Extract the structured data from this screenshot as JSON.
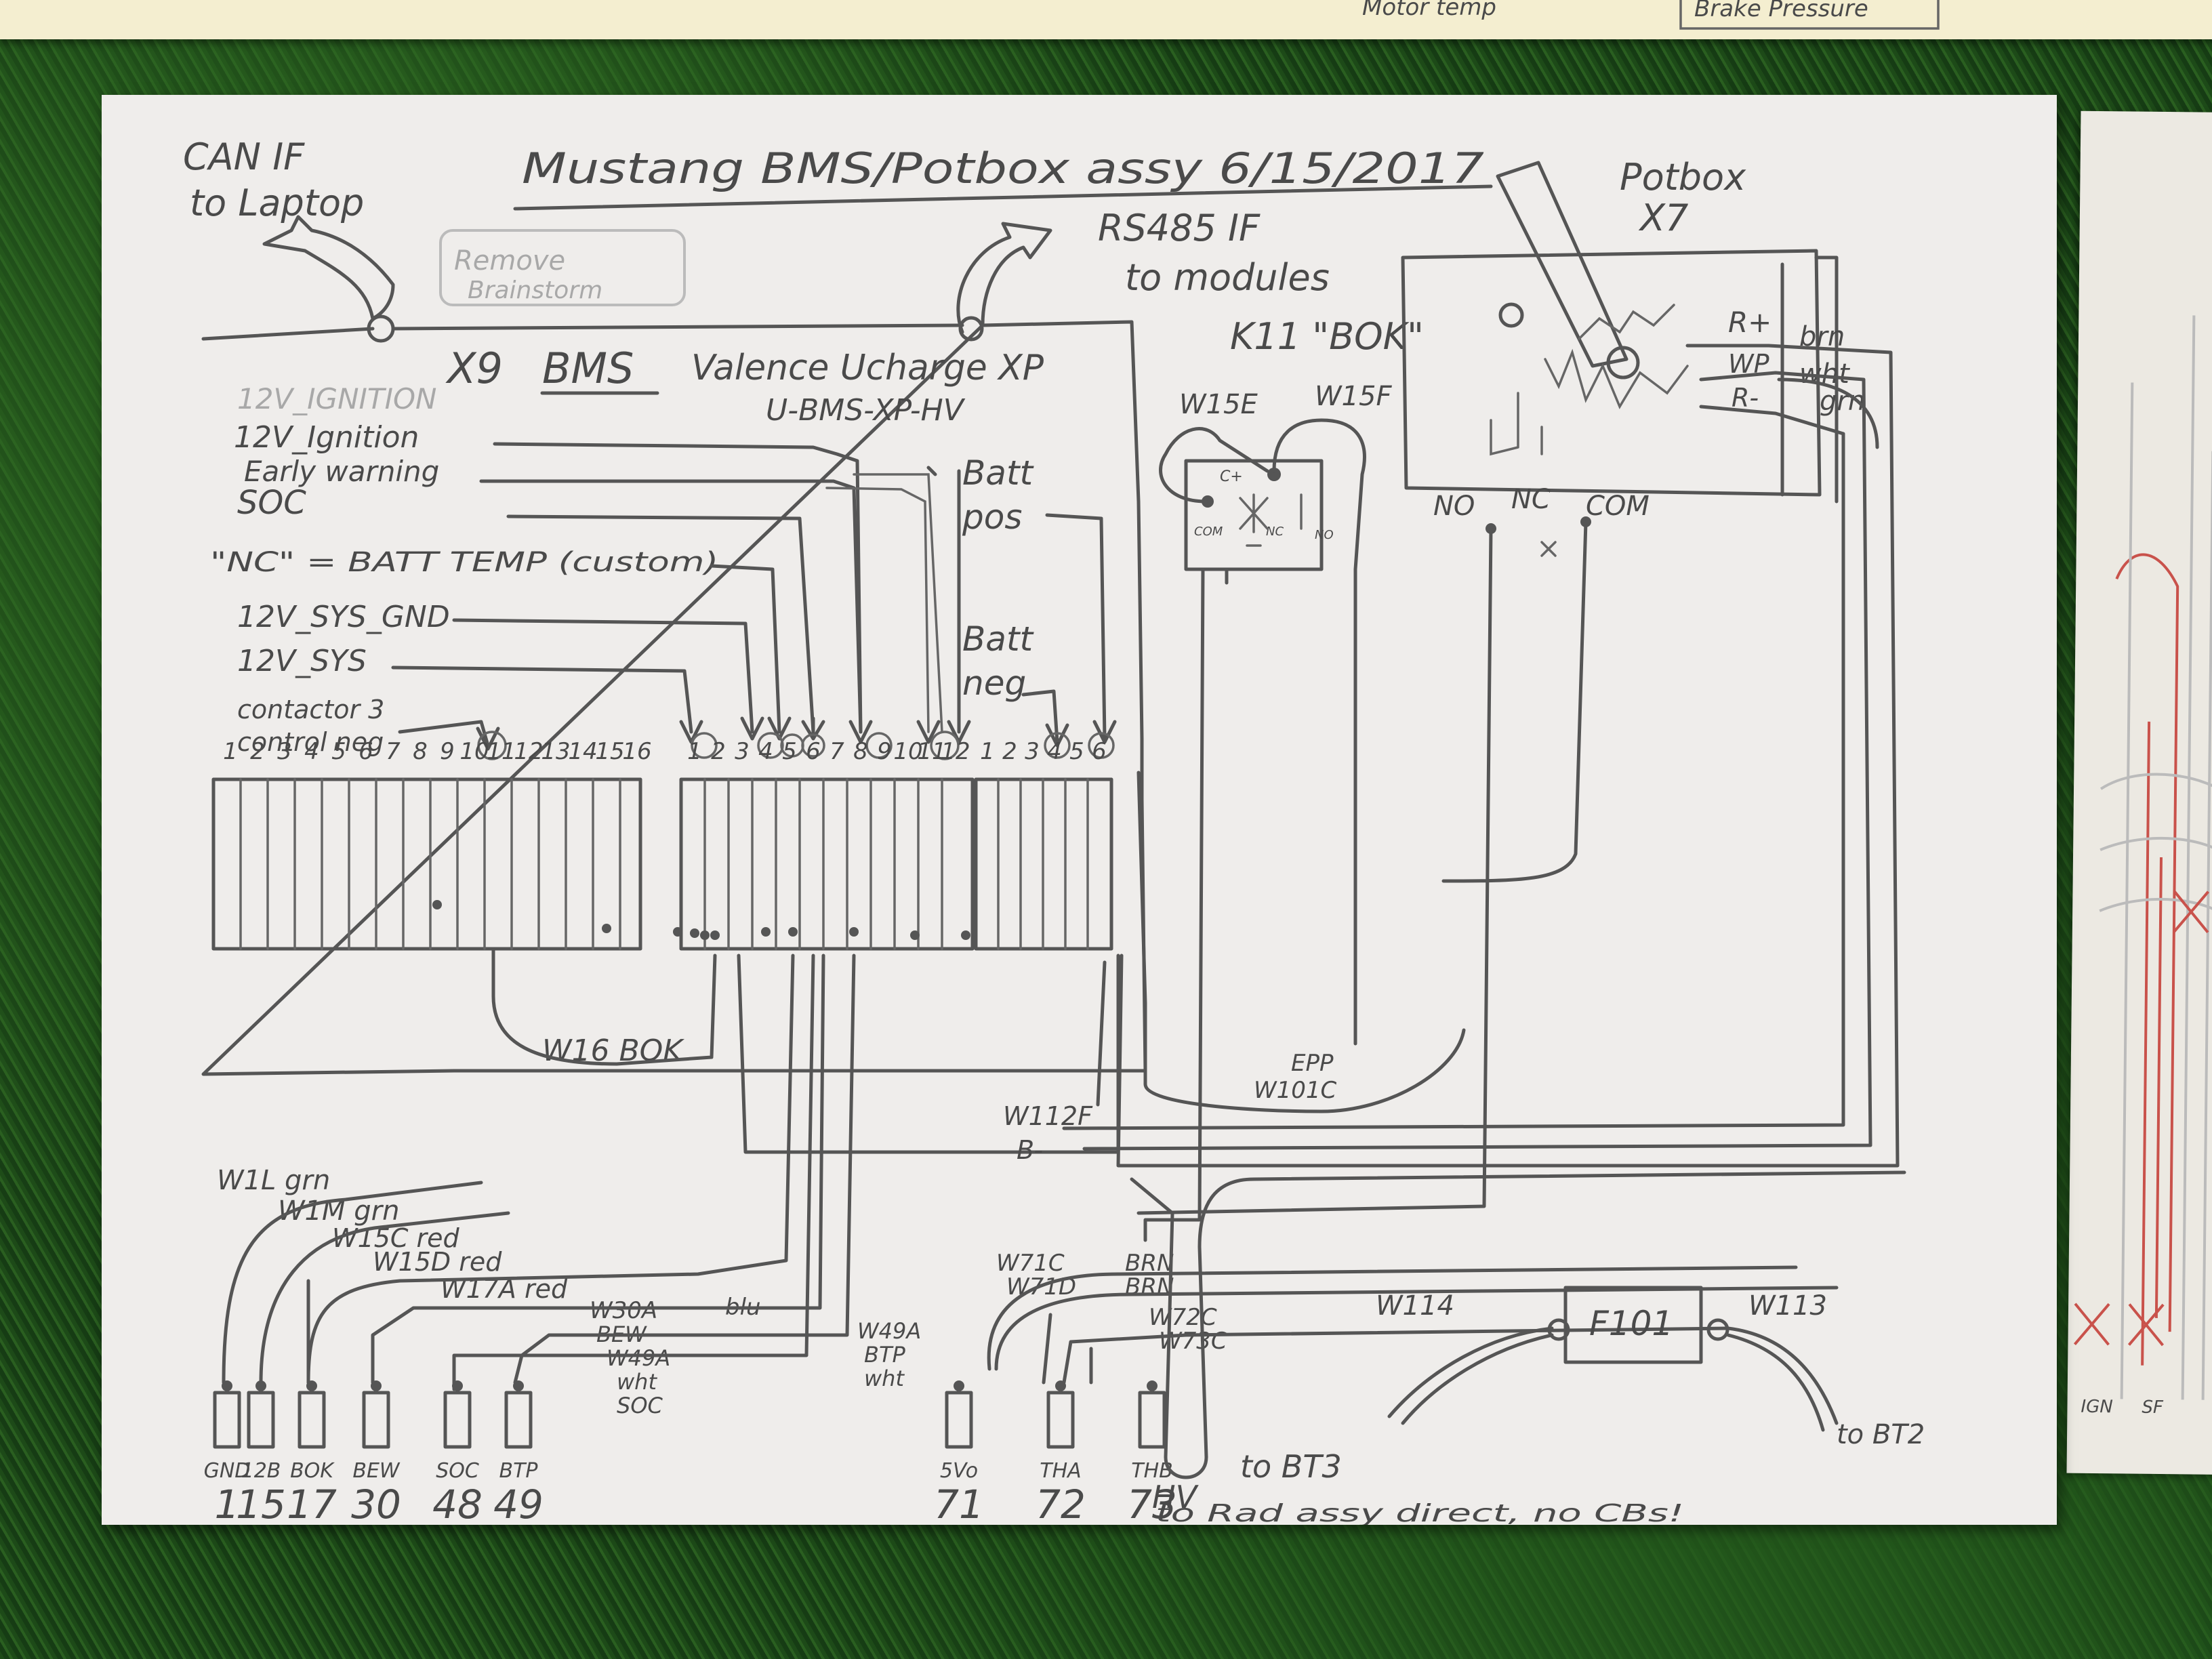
{
  "title": "Mustang BMS/Potbox assy 6/15/2017",
  "top_strip_text": [
    "Motor temp",
    "Brake Pressure"
  ],
  "can_label": [
    "CAN IF",
    "to Laptop"
  ],
  "rs485_label": [
    "RS485 IF",
    "to modules"
  ],
  "faint_note": [
    "Remove",
    "Brainstorm"
  ],
  "bms_header": {
    "ref": "X9",
    "name": "BMS",
    "make": "Valence Ucharge XP",
    "model": "U-BMS-XP-HV"
  },
  "left_labels": {
    "faint": "12V_IGNITION",
    "ignition": "12V_Ignition",
    "early": "Early warning",
    "soc": "SOC",
    "nc": "\"NC\" = BATT TEMP (custom)",
    "sys_gnd": "12V_SYS_GND",
    "sys": "12V_SYS",
    "contactor": [
      "contactor 3",
      "control neg"
    ]
  },
  "batt_labels": {
    "pos": [
      "Batt",
      "pos"
    ],
    "neg": [
      "Batt",
      "neg"
    ]
  },
  "connector_numbers": {
    "a": [
      "1",
      "2",
      "3",
      "4",
      "5",
      "6",
      "7",
      "8",
      "9",
      "10",
      "11",
      "12",
      "13",
      "14",
      "15",
      "16"
    ],
    "b": [
      "1",
      "2",
      "3",
      "4",
      "5",
      "6",
      "7",
      "8",
      "9",
      "10",
      "11",
      "12"
    ],
    "c": [
      "1",
      "2",
      "3",
      "4",
      "5",
      "6"
    ]
  },
  "relay": {
    "title": "K11 \"BOK\"",
    "left": "W15E",
    "right": "W15F",
    "inner": [
      "C+",
      "COM",
      "NC",
      "NO"
    ]
  },
  "potbox": {
    "title": [
      "Potbox",
      "X7"
    ],
    "pins": [
      "R+",
      "WP",
      "R-"
    ],
    "wires": [
      "brn",
      "wht",
      "grn"
    ],
    "switch": [
      "NO",
      "NC",
      "COM"
    ]
  },
  "wire_labels": {
    "w16": "W16 BOK",
    "epp": [
      "EPP",
      "W101C"
    ],
    "w112": [
      "W112F",
      "B-"
    ],
    "w1l": "W1L grn",
    "w1m": "W1M grn",
    "w15c": "W15C red",
    "w15d": "W15D red",
    "w17a": "W17A red",
    "w30a": [
      "W30A",
      "blu",
      "BEW"
    ],
    "w49a_left": [
      "W49A",
      "wht",
      "SOC"
    ],
    "w49a_right": [
      "W49A",
      "BTP",
      "wht"
    ],
    "w71": [
      "W71C",
      "BRN",
      "W71D",
      "BRN"
    ],
    "w72": [
      "W72C",
      "W73C"
    ],
    "fuse": [
      "W114",
      "F101",
      "W113",
      "to BT2"
    ]
  },
  "terminals": [
    {
      "name": "GND",
      "num": "1"
    },
    {
      "name": "12B",
      "num": "15"
    },
    {
      "name": "BOK",
      "num": "17"
    },
    {
      "name": "BEW",
      "num": "30"
    },
    {
      "name": "SOC",
      "num": "48"
    },
    {
      "name": "BTP",
      "num": "49"
    },
    {
      "name": "5Vo",
      "num": "71"
    },
    {
      "name": "THA",
      "num": "72"
    },
    {
      "name": "THB",
      "num": "73"
    }
  ],
  "hv": {
    "label": "HV",
    "to": "to BT3",
    "note": "to Rad assy direct, no CBs!"
  },
  "right_sheet_text": [
    "IGN",
    "SF"
  ]
}
